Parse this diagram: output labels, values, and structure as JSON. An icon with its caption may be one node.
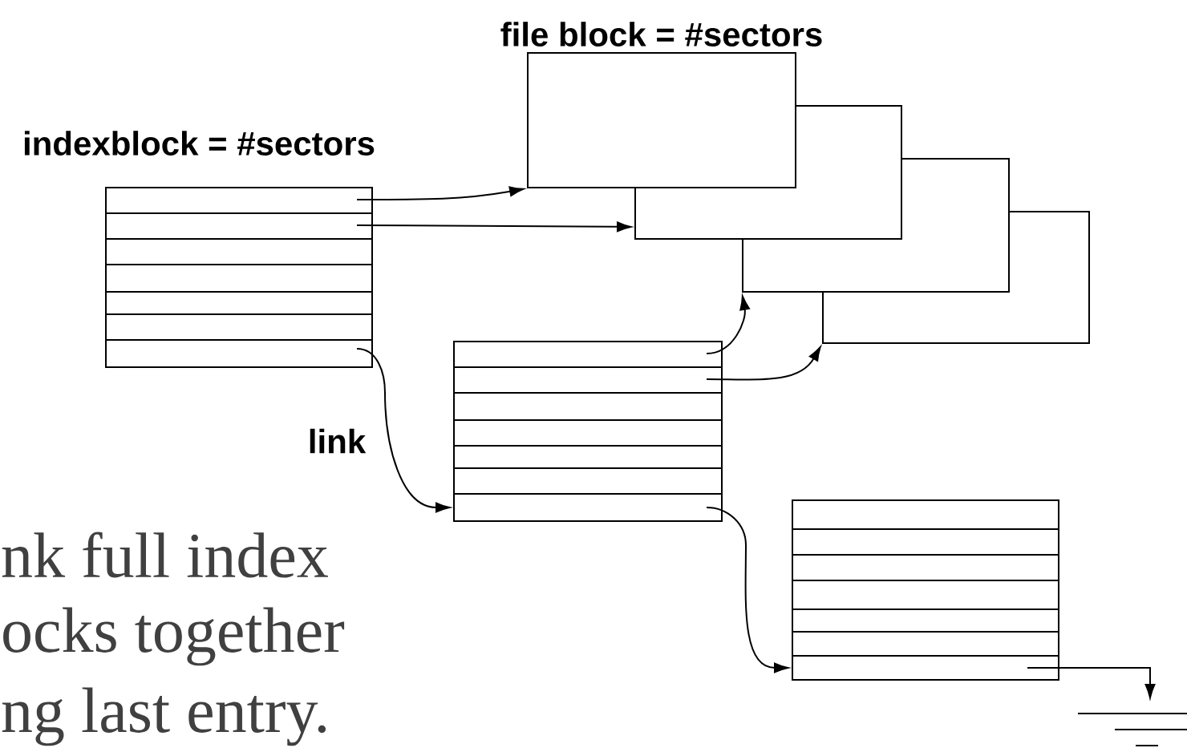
{
  "diagram": {
    "nodes": [
      {
        "text": [
          "indexblock = #sectors"
        ]
      },
      {
        "text": [
          "file  block = #sectors"
        ]
      },
      {
        "text": [],
        "shape": "box"
      },
      {
        "text": [],
        "shape": "box"
      },
      {
        "text": [],
        "shape": "box"
      },
      {
        "text": [],
        "shape": "box"
      },
      {
        "text": [],
        "shape": "box"
      },
      {
        "text": [],
        "shape": "ground"
      }
    ],
    "edges": [
      {
        "from": 0,
        "to": 1,
        "arrow": "to"
      },
      {
        "from": 0,
        "to": 2,
        "arrow": "to"
      },
      {
        "from": 0,
        "to": 5,
        "arrow": "to",
        "label": "link"
      },
      {
        "from": 5,
        "to": 3,
        "arrow": "to"
      },
      {
        "from": 5,
        "to": 4,
        "arrow": "to"
      },
      {
        "from": 5,
        "to": 6,
        "arrow": "to"
      },
      {
        "from": 6,
        "to": 7,
        "arrow": "to"
      }
    ],
    "labels": [
      "nk full index",
      "ocks together",
      "ng last entry."
    ]
  }
}
